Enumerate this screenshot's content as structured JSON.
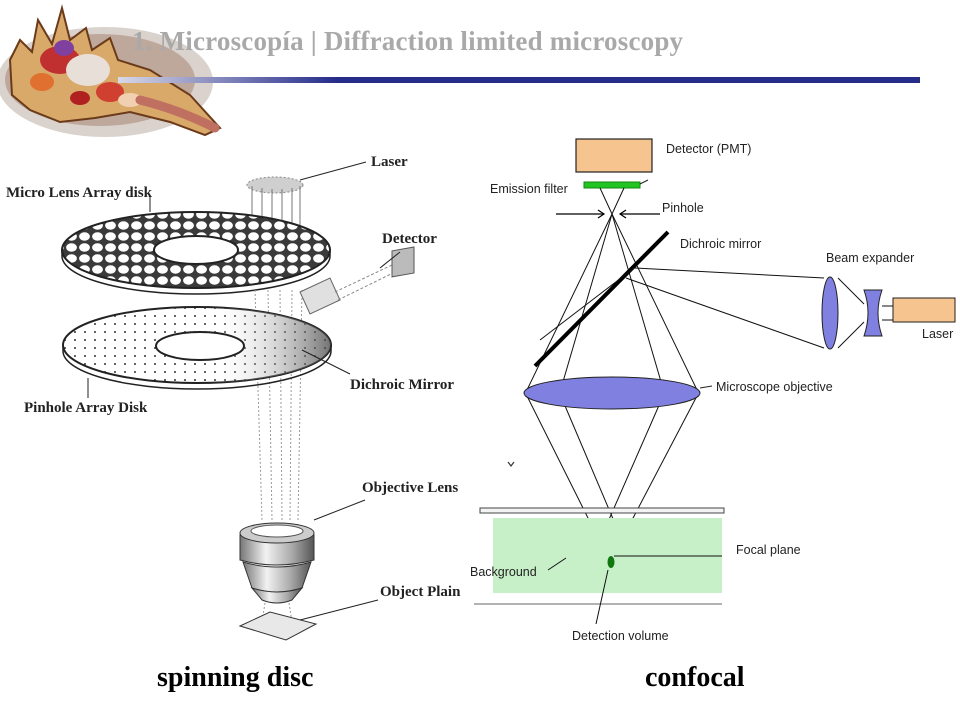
{
  "slide": {
    "title": "1.  Microscopía |   Diffraction limited microscopy"
  },
  "spinning_disc": {
    "label_laser": "Laser",
    "label_micro_lens": "Micro Lens Array disk",
    "label_detector": "Detector",
    "label_dichroic": "Dichroic Mirror",
    "label_pinhole_disk": "Pinhole Array Disk",
    "label_objective": "Objective Lens",
    "label_object": "Object Plain",
    "caption": "spinning disc"
  },
  "confocal": {
    "label_detector": "Detector (PMT)",
    "label_emission": "Emission filter",
    "label_pinhole": "Pinhole",
    "label_dichroic": "Dichroic  mirror",
    "label_beam": "Beam expander",
    "label_laser": "Laser",
    "label_objective": "Microscope objective",
    "label_focal": "Focal plane",
    "label_background": "Background",
    "label_volume": "Detection volume",
    "caption": "confocal",
    "colors": {
      "detector_box": "#f6c48e",
      "emission_filter": "#22c422",
      "lens": "#8080e0",
      "sample": "#c8f0c8",
      "detection_volume": "#117711"
    }
  }
}
